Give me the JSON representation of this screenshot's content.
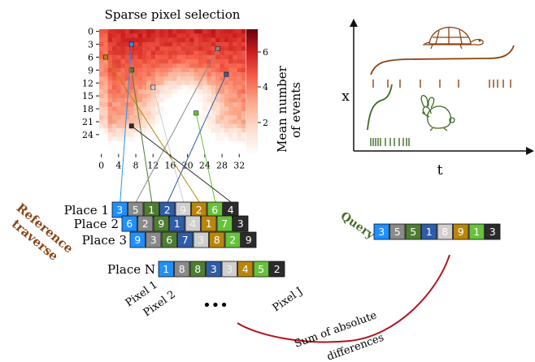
{
  "heatmap": {
    "title": "Sparse pixel selection",
    "y_ticks": [
      "0",
      "3",
      "6",
      "9",
      "12",
      "15",
      "18",
      "21",
      "24"
    ],
    "x_ticks": [
      "0",
      "4",
      "8",
      "12",
      "16",
      "20",
      "24",
      "28",
      "32"
    ],
    "colorbar_ticks": [
      "2",
      "4",
      "6"
    ],
    "colorbar_label_line1": "Mean number",
    "colorbar_label_line2": "of events",
    "colormap": [
      "#ffffff",
      "#fde0d2",
      "#fca98c",
      "#f6604a",
      "#cb1c1e",
      "#67000d"
    ],
    "value_range": [
      0,
      7
    ]
  },
  "timeline": {
    "x_label": "x",
    "t_label": "t",
    "tortoise_icon": "tortoise-icon",
    "rabbit_icon": "rabbit-icon",
    "slow_color": "#8b4513",
    "fast_color": "#3f6a24"
  },
  "reference": {
    "label_line1": "Reference",
    "label_line2": "traverse",
    "color": "#8b4513",
    "dots": "•••",
    "rows": [
      {
        "label": "Place 1",
        "values": [
          "3",
          "5",
          "1",
          "2",
          "9",
          "2",
          "6",
          "4"
        ]
      },
      {
        "label": "Place 2",
        "values": [
          "6",
          "2",
          "9",
          "1",
          "4",
          "1",
          "7",
          "3"
        ]
      },
      {
        "label": "Place 3",
        "values": [
          "9",
          "3",
          "6",
          "7",
          "3",
          "8",
          "2",
          "9"
        ]
      },
      {
        "label": "Place N",
        "values": [
          "1",
          "8",
          "8",
          "3",
          "3",
          "4",
          "5",
          "2"
        ]
      }
    ]
  },
  "pixels": {
    "pixel1": "Pixel 1",
    "pixel2": "Pixel 2",
    "pixelJ": "Pixel J",
    "dots": "•••",
    "colors": [
      "#1e90ff",
      "#8a8a8a",
      "#4e7d32",
      "#2f5da8",
      "#cfcfcf",
      "#b8860b",
      "#66c23a",
      "#2b2b2b"
    ]
  },
  "query": {
    "label": "Query",
    "color": "#4a6b2a",
    "values": [
      "3",
      "5",
      "5",
      "1",
      "8",
      "9",
      "1",
      "3"
    ]
  },
  "sad": {
    "line1": "Sum  of absolute",
    "line2": "differences",
    "color": "#b3131b"
  }
}
